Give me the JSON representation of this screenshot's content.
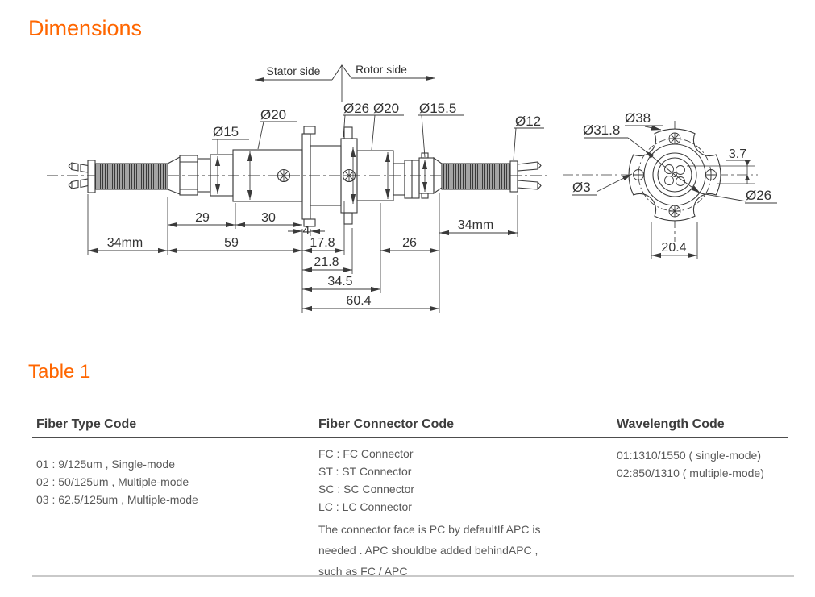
{
  "headings": {
    "dimensions": "Dimensions",
    "table": "Table 1"
  },
  "colors": {
    "accent": "#ff6600",
    "drawing_line": "#3a3a3a",
    "table_text": "#595959",
    "header_text": "#3d3d3d",
    "rule_dark": "#4d4d4d",
    "rule_light": "#c9c9c9"
  },
  "drawing": {
    "stator_label": "Stator side",
    "rotor_label": "Rotor side",
    "side_dia_labels": [
      "Ø15",
      "Ø20",
      "Ø26",
      "Ø20",
      "Ø15.5",
      "Ø12"
    ],
    "side_dims": {
      "d29": "29",
      "d30": "30",
      "d4": "4",
      "d34a": "34mm",
      "d59": "59",
      "d178": "17.8",
      "d26": "26",
      "d34b": "34mm",
      "d218": "21.8",
      "d345": "34.5",
      "d604": "60.4"
    },
    "end_labels": {
      "d38": "Ø38",
      "d318": "Ø31.8",
      "d37": "3.7",
      "d3": "Ø3",
      "d26": "Ø26",
      "d204": "20.4"
    }
  },
  "table": {
    "columns": [
      {
        "header": "Fiber Type Code",
        "items": [
          "01 : 9/125um , Single-mode",
          "02 : 50/125um , Multiple-mode",
          "03 : 62.5/125um , Multiple-mode"
        ]
      },
      {
        "header": "Fiber Connector Code",
        "items": [
          "FC : FC Connector",
          "ST : ST Connector",
          "SC : SC Connector",
          "LC : LC Connector"
        ],
        "note_lines": [
          "The connector face is PC by defaultIf APC is",
          "needed . APC shouldbe added behindAPC ,",
          "such as FC / APC"
        ]
      },
      {
        "header": "Wavelength Code",
        "items": [
          "01:1310/1550 ( single-mode)",
          "02:850/1310 ( multiple-mode)"
        ]
      }
    ]
  }
}
